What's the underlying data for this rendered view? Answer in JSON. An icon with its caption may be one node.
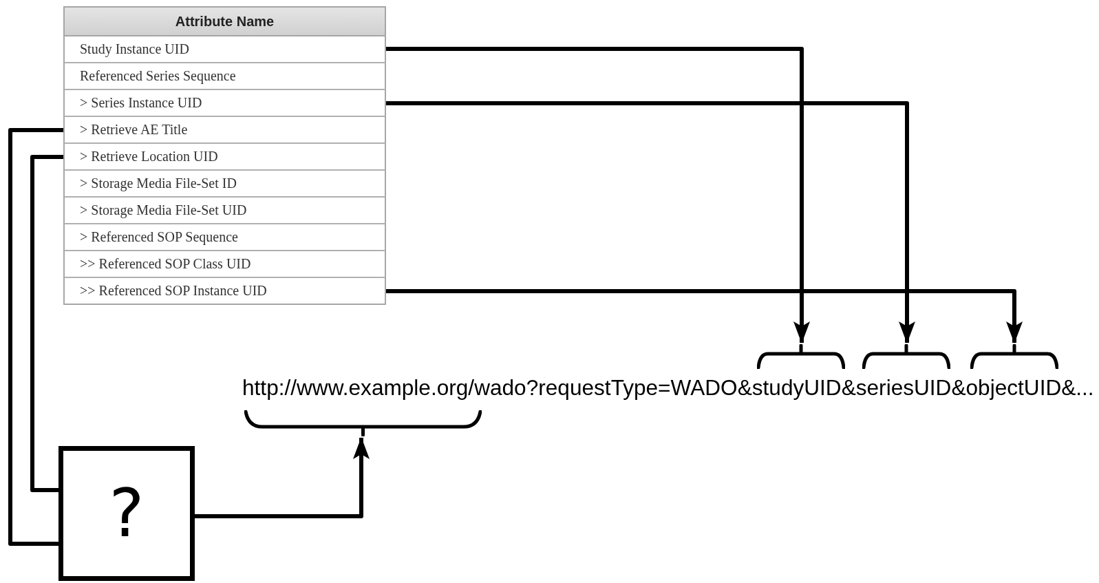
{
  "diagram": {
    "nodes": [
      {
        "text": [
          "Attribute Name"
        ]
      },
      {
        "text": [
          "Study Instance UID"
        ],
        "in": 0
      },
      {
        "text": [
          "Referenced Series Sequence"
        ],
        "in": 0
      },
      {
        "text": [
          "> Series Instance UID"
        ],
        "in": 0
      },
      {
        "text": [
          "> Retrieve AE Title"
        ],
        "in": 0
      },
      {
        "text": [
          "> Retrieve Location UID"
        ],
        "in": 0
      },
      {
        "text": [
          "> Storage Media File-Set ID"
        ],
        "in": 0
      },
      {
        "text": [
          "> Storage Media File-Set UID"
        ],
        "in": 0
      },
      {
        "text": [
          "> Referenced SOP Sequence"
        ],
        "in": 0
      },
      {
        "text": [
          ">> Referenced SOP Class UID"
        ],
        "in": 0
      },
      {
        "text": [
          ">> Referenced SOP Instance UID"
        ],
        "in": 0
      },
      {
        "text": [
          "?"
        ]
      },
      {
        "text": [
          "http://www.example.org/wado?requestType=WADO&studyUID&seriesUID&objectUID&..."
        ]
      },
      {
        "text": [],
        "shape": "brace"
      },
      {
        "text": [],
        "shape": "brace"
      },
      {
        "text": [],
        "shape": "brace"
      },
      {
        "text": [],
        "shape": "brace"
      }
    ],
    "edges": [
      {
        "from": 1,
        "to": 14,
        "arrow": "to"
      },
      {
        "from": 3,
        "to": 15,
        "arrow": "to"
      },
      {
        "from": 10,
        "to": 16,
        "arrow": "to"
      },
      {
        "from": 4,
        "to": 11,
        "arrow": "none"
      },
      {
        "from": 5,
        "to": 11,
        "arrow": "none"
      },
      {
        "from": 11,
        "to": 13,
        "arrow": "to"
      }
    ]
  }
}
